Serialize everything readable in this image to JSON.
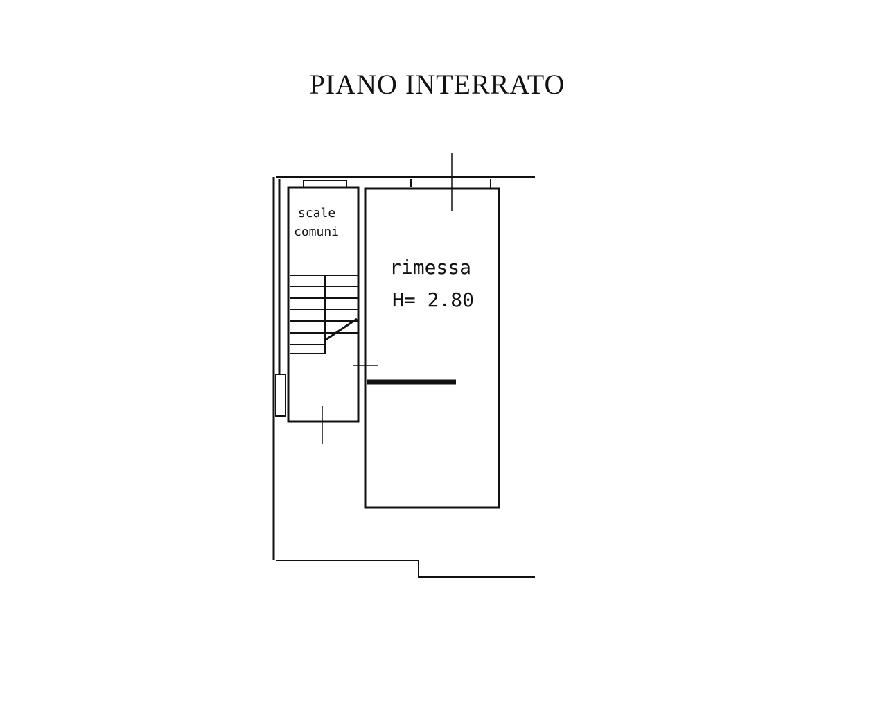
{
  "title": "PIANO INTERRATO",
  "rooms": {
    "stairs": {
      "line1": "scale",
      "line2": "comuni"
    },
    "garage": {
      "name": "rimessa",
      "height": "H= 2.80"
    }
  }
}
